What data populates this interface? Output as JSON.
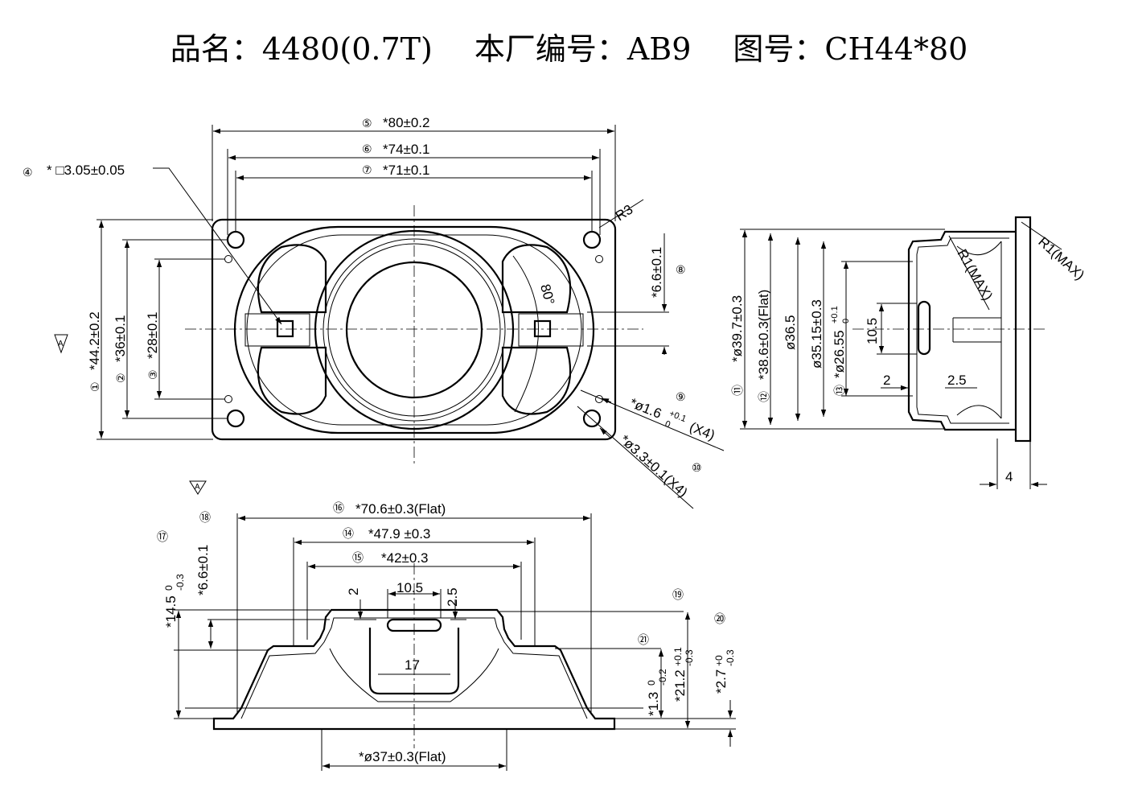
{
  "header": {
    "product_name": "品名：4480(0.7T)",
    "factory_code": "本厂编号：AB9",
    "drawing_no": "图号：CH44*80"
  },
  "front_view": {
    "view_mark": "A",
    "dims": {
      "d1": "*44.2±0.2",
      "d2": "*36±0.1",
      "d3": "*28±0.1",
      "d4": "* □3.05±0.05",
      "d5": "*80±0.2",
      "d6": "*74±0.1",
      "d7": "*71±0.1",
      "d8": "*6.6±0.1",
      "d9_main": "*ø1.6",
      "d9_tol": "+0.1",
      "d9_tol_low": "0",
      "d9_qty": "(X4)",
      "d10": "*ø3.3±0.1(X4)",
      "radius": "R3",
      "angle": "80°"
    },
    "callouts": [
      "①",
      "②",
      "③",
      "④",
      "⑤",
      "⑥",
      "⑦",
      "⑧",
      "⑨",
      "⑩"
    ]
  },
  "side_view": {
    "dims": {
      "d11": "*ø39.7±0.3",
      "d12": "*38.6±0.3(Flat)",
      "dia36": "ø36.5",
      "dia35": "ø35.15±0.3",
      "d13": "*ø26.55",
      "d13_tol": "+0.1",
      "d13_tol_low": "0",
      "slot": "10.5",
      "w2": "2",
      "w25": "2.5",
      "w4": "4",
      "r1a": "R1(MAX)",
      "r1b": "R1(MAX)"
    },
    "callouts": [
      "⑪",
      "⑫",
      "⑬"
    ]
  },
  "bottom_view": {
    "view_mark": "A",
    "dims": {
      "d14": "*47.9  ±0.3",
      "d15": "*42±0.3",
      "d16": "*70.6±0.3(Flat)",
      "d17": "*14.5",
      "d17_tol": "0",
      "d17_tol_low": "-0.3",
      "d18": "*6.6±0.1",
      "d20": "*2.7",
      "d20_tol": "+0",
      "d20_tol_low": "-0.3",
      "d21": "*21.2",
      "d21_tol": "+0.1",
      "d21_tol_low": "-0.3",
      "d13b": "*1.3",
      "d13b_tol": "0",
      "d13b_tol_low": "-0.2",
      "slot": "10.5",
      "w2": "2",
      "w25": "2.5",
      "w17": "17",
      "bottom": "*ø37±0.3(Flat)"
    },
    "callouts": [
      "⑭",
      "⑮",
      "⑯",
      "⑰",
      "⑱",
      "⑲",
      "⑳",
      "㉑"
    ]
  }
}
